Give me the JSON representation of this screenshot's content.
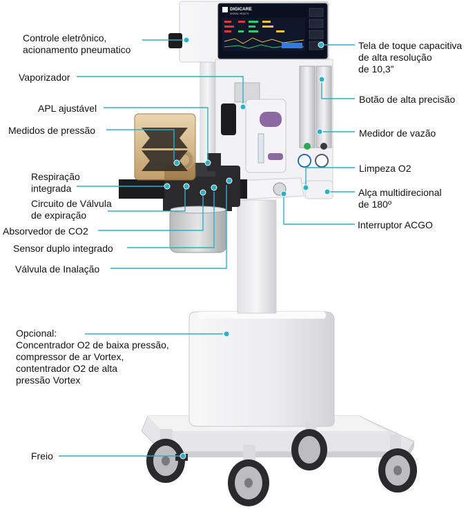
{
  "colors": {
    "leader": "#2ab0c8",
    "dot": "#2ab0c8",
    "screen": "#0b1020",
    "body": "#eeeef0",
    "dark": "#1c1c1e",
    "canister": "#cfcfcf",
    "bellows": "#d9b985"
  },
  "device": {
    "brand": "DIGICARE",
    "brand_sub": "ANIMAL HEALTH"
  },
  "labels": {
    "controle": "Controle eletrônico,\nacionamento pneumatico",
    "vaporizador": "Vaporizador",
    "apl": "APL ajustável",
    "medidos": "Medidos de pressão",
    "respiracao": "Respiração\nintegrada",
    "circuito": "Circuito de Válvula\nde expiração",
    "absorvedor": "Absorvedor de CO2",
    "sensor": "Sensor duplo integrado",
    "valvula": "Válvula de Inalação",
    "opcional": "Opcional:\nConcentrador O2 de baixa pressão,\ncompressor de ar Vortex,\ncontentrador O2 de alta\npressão Vortex",
    "freio": "Freio",
    "tela": "Tela de toque capacitiva\nde alta resolução\nde 10,3”",
    "botao": "Botão de alta precisão",
    "medidor": "Medidor de vazão",
    "limpeza": "Limpeza O2",
    "alca": "Alça multidirecional\nde 180º",
    "interruptor": "Interruptor ACGO"
  }
}
